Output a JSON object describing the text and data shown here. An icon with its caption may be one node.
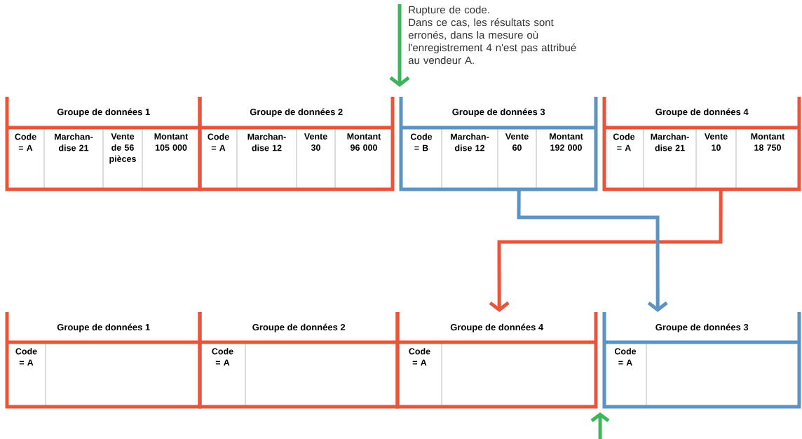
{
  "diagram": {
    "nodes": [
      {
        "text": [
          "Rupture de code.",
          "Dans ce cas, les résultats sont erronés, dans la mesure où l'enregistrement 4 n'est pas attribué au vendeur A."
        ]
      },
      {
        "text": [
          "Groupe de données 1"
        ]
      },
      {
        "text": [
          "Code = A"
        ],
        "in": 1
      },
      {
        "text": [
          "Marchan-dise 21"
        ],
        "in": 1
      },
      {
        "text": [
          "Vente de 56 pièces"
        ],
        "in": 1
      },
      {
        "text": [
          "Montant 105 000"
        ],
        "in": 1
      },
      {
        "text": [
          "Groupe de données 2"
        ]
      },
      {
        "text": [
          "Code = A"
        ],
        "in": 6
      },
      {
        "text": [
          "Marchan-dise 12"
        ],
        "in": 6
      },
      {
        "text": [
          "Vente 30"
        ],
        "in": 6
      },
      {
        "text": [
          "Montant 96 000"
        ],
        "in": 6
      },
      {
        "text": [
          "Groupe de données 3"
        ]
      },
      {
        "text": [
          "Code = B"
        ],
        "in": 11
      },
      {
        "text": [
          "Marchan-dise 12"
        ],
        "in": 11
      },
      {
        "text": [
          "Vente 60"
        ],
        "in": 11
      },
      {
        "text": [
          "Montant 192 000"
        ],
        "in": 11
      },
      {
        "text": [
          "Groupe de données 4"
        ]
      },
      {
        "text": [
          "Code = A"
        ],
        "in": 16
      },
      {
        "text": [
          "Marchan-dise 21"
        ],
        "in": 16
      },
      {
        "text": [
          "Vente 10"
        ],
        "in": 16
      },
      {
        "text": [
          "Montant 18 750"
        ],
        "in": 16
      },
      {
        "text": [
          "Groupe de données 1"
        ]
      },
      {
        "text": [
          "Code = A"
        ],
        "in": 21
      },
      {
        "text": [
          "Groupe de données 2"
        ]
      },
      {
        "text": [
          "Code = A"
        ],
        "in": 23
      },
      {
        "text": [
          "Groupe de données 4"
        ]
      },
      {
        "text": [
          "Code = A"
        ],
        "in": 25
      },
      {
        "text": [
          "Groupe de données 3"
        ]
      },
      {
        "text": [
          "Code = A"
        ],
        "in": 27
      }
    ],
    "edges": [
      {
        "from": 0,
        "to": null,
        "arrow": "to",
        "color": "#3cb65a"
      },
      {
        "from": 16,
        "to": 25,
        "arrow": "to",
        "color": "#e8553a"
      },
      {
        "from": 11,
        "to": 27,
        "arrow": "to",
        "color": "#5b93c4"
      }
    ]
  }
}
